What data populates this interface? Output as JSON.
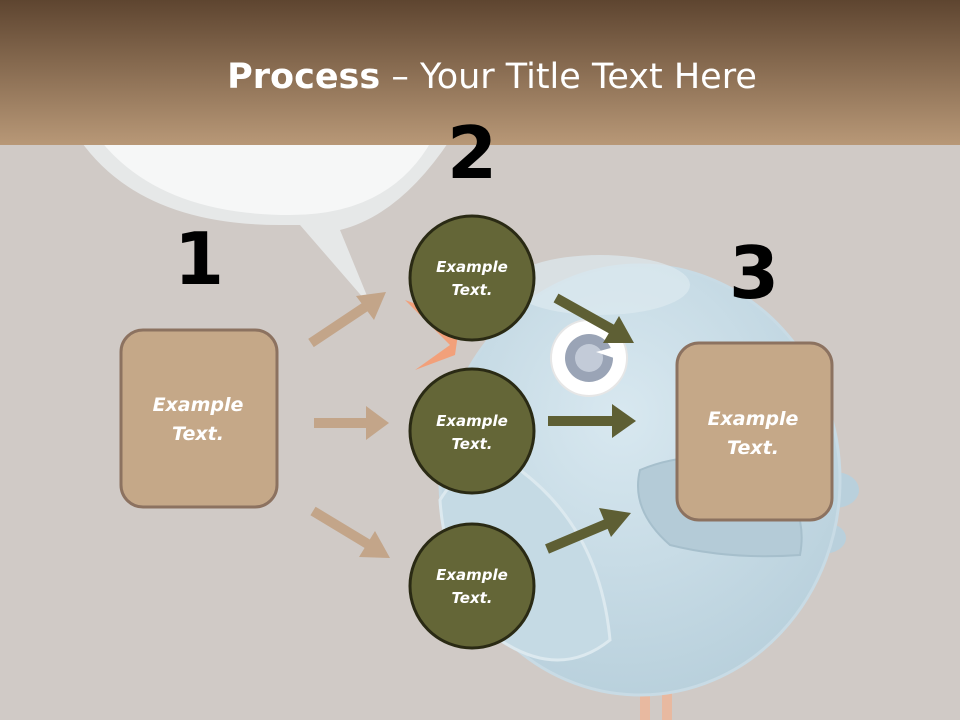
{
  "title": {
    "bold": "Process",
    "rest": " – Your Title Text Here"
  },
  "steps": {
    "one": {
      "number": "1",
      "line1": "Example",
      "line2": "Text."
    },
    "two": {
      "number": "2"
    },
    "three": {
      "number": "3",
      "line1": "Example",
      "line2": "Text."
    }
  },
  "circles": [
    {
      "line1": "Example",
      "line2": "Text."
    },
    {
      "line1": "Example",
      "line2": "Text."
    },
    {
      "line1": "Example",
      "line2": "Text."
    }
  ],
  "colors": {
    "header_top": "#5e4530",
    "header_bottom": "#b89877",
    "background": "#d0cac6",
    "box_fill": "#c5a888",
    "box_stroke": "#8c7260",
    "circle_fill": "#646637",
    "circle_stroke": "#2a2a14",
    "dark_arrow": "#5e5f34",
    "light_arrow": "#c3a589"
  }
}
